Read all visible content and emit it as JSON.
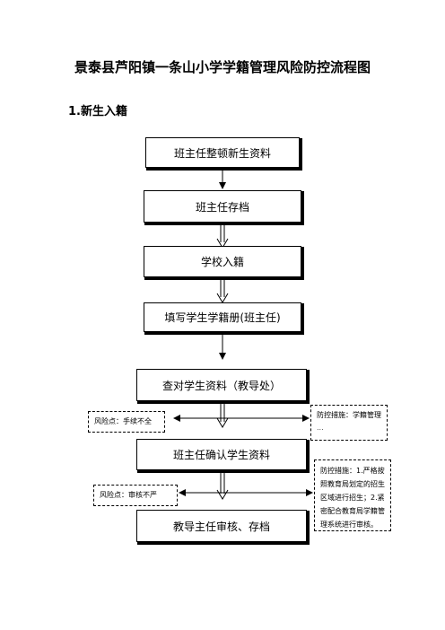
{
  "title": "景泰县芦阳镇一条山小学学籍管理风险防控流程图",
  "section": "1.新生入籍",
  "steps": [
    "班主任整顿新生资料",
    "班主任存档",
    "学校入籍",
    "填写学生学籍册(班主任)",
    "查对学生资料（教导处）",
    "班主任确认学生资料",
    "教导主任审核、存档"
  ],
  "risks": [
    "风险点：手续不全",
    "风险点：审核不严"
  ],
  "measures": [
    "防控措施：学籍管理",
    "防控措施：1.严格按照教育局划定的招生区域进行招生；2.紧密配合教育局学籍管理系统进行审核。"
  ],
  "measure_cut_text": "..."
}
